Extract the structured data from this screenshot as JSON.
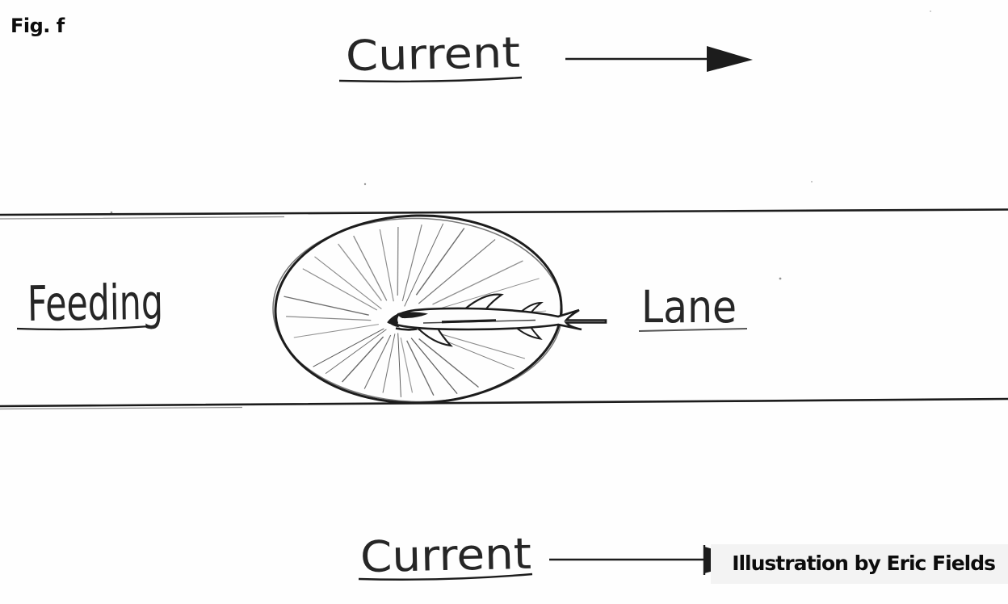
{
  "figure_label": "Fig. f",
  "credit": "Illustration by Eric Fields",
  "labels": {
    "current_top": "Current",
    "feeding": "Feeding",
    "lane": "Lane",
    "current_bottom": "Current"
  },
  "icons": {
    "current_top_arrow": "right-arrow",
    "current_bottom_arrow": "right-arrow"
  },
  "colors": {
    "ink": "#1c1c1c",
    "paper": "#fefefe",
    "credit_background": "#f3f3f3"
  }
}
